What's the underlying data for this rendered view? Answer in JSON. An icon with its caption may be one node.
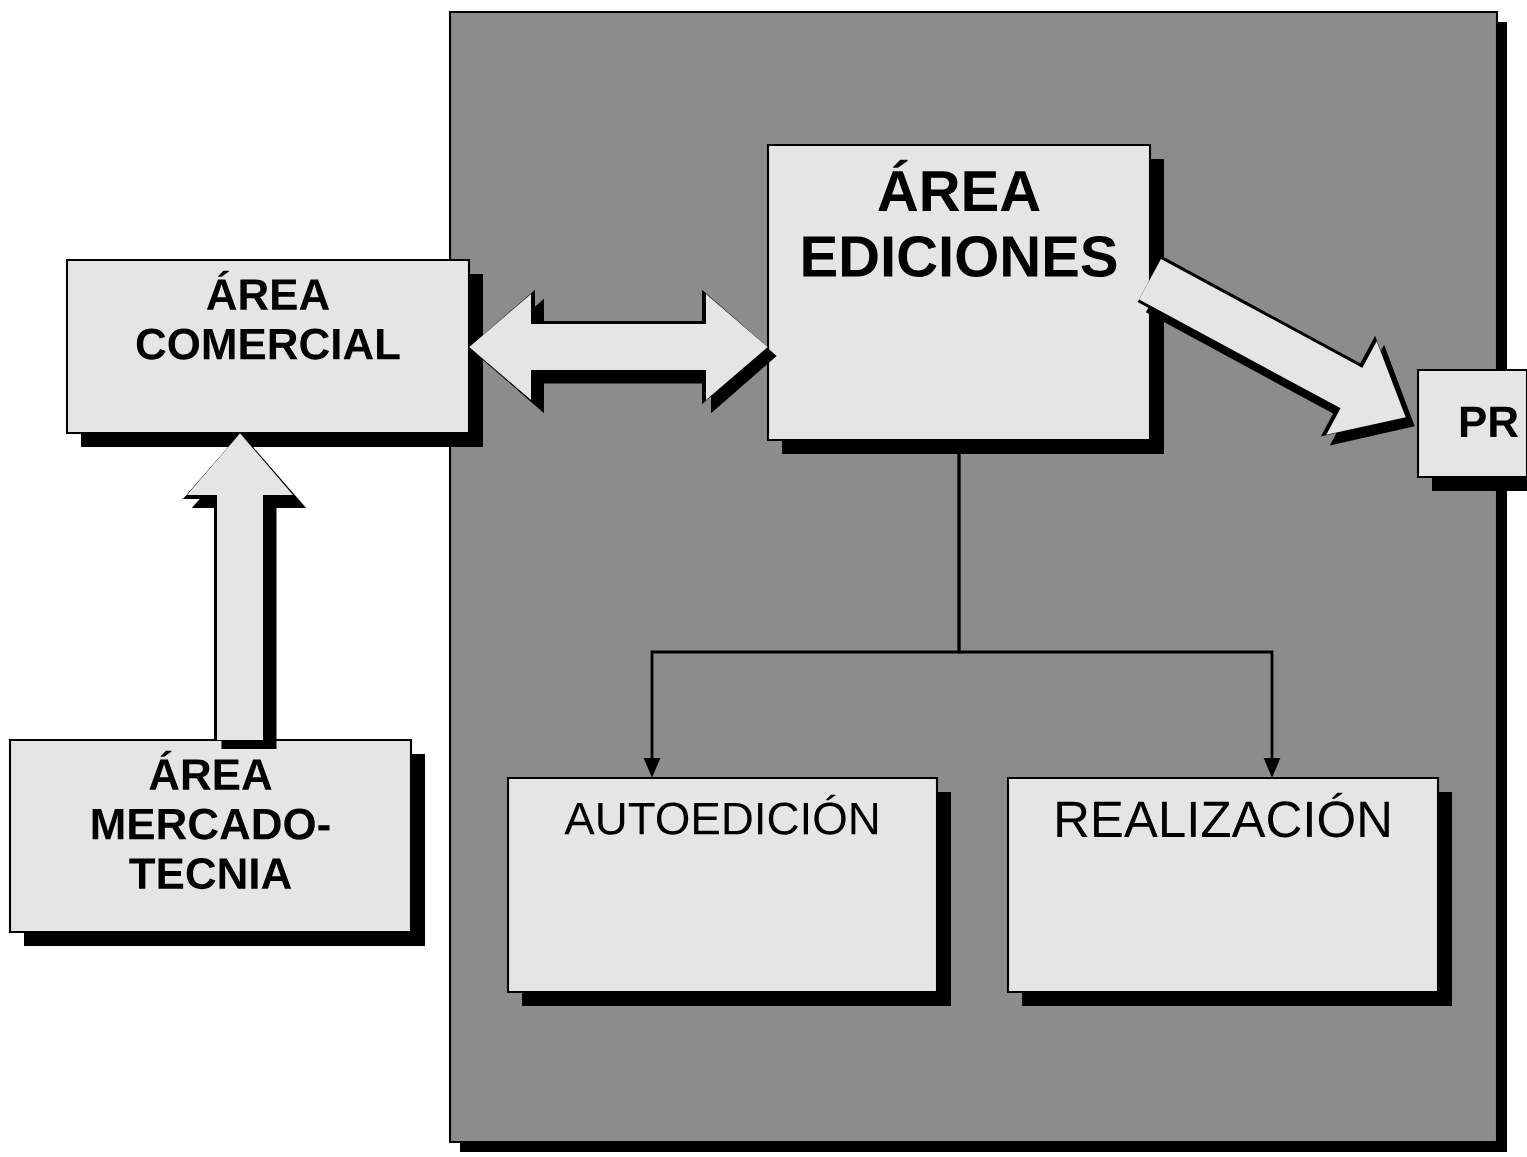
{
  "diagram": {
    "nodes": [
      {
        "text": [],
        "shape": "box"
      },
      {
        "text": [
          "ÁREA EDICIONES"
        ],
        "in": 0
      },
      {
        "text": [
          "AUTOEDICIÓN"
        ],
        "in": 0
      },
      {
        "text": [
          "REALIZACIÓN"
        ],
        "in": 0
      },
      {
        "text": [
          "ÁREA COMERCIAL"
        ]
      },
      {
        "text": [
          "ÁREA MERCADO- TECNIA"
        ]
      },
      {
        "text": [
          "PR"
        ]
      }
    ],
    "edges": [
      {
        "from": 4,
        "to": 1,
        "arrow": "both"
      },
      {
        "from": 5,
        "to": 4,
        "arrow": "to"
      },
      {
        "from": 1,
        "to": 6,
        "arrow": "to"
      },
      {
        "from": 1,
        "to": 2,
        "arrow": "to",
        "color": "#000000"
      },
      {
        "from": 1,
        "to": 3,
        "arrow": "to",
        "color": "#000000"
      }
    ]
  }
}
